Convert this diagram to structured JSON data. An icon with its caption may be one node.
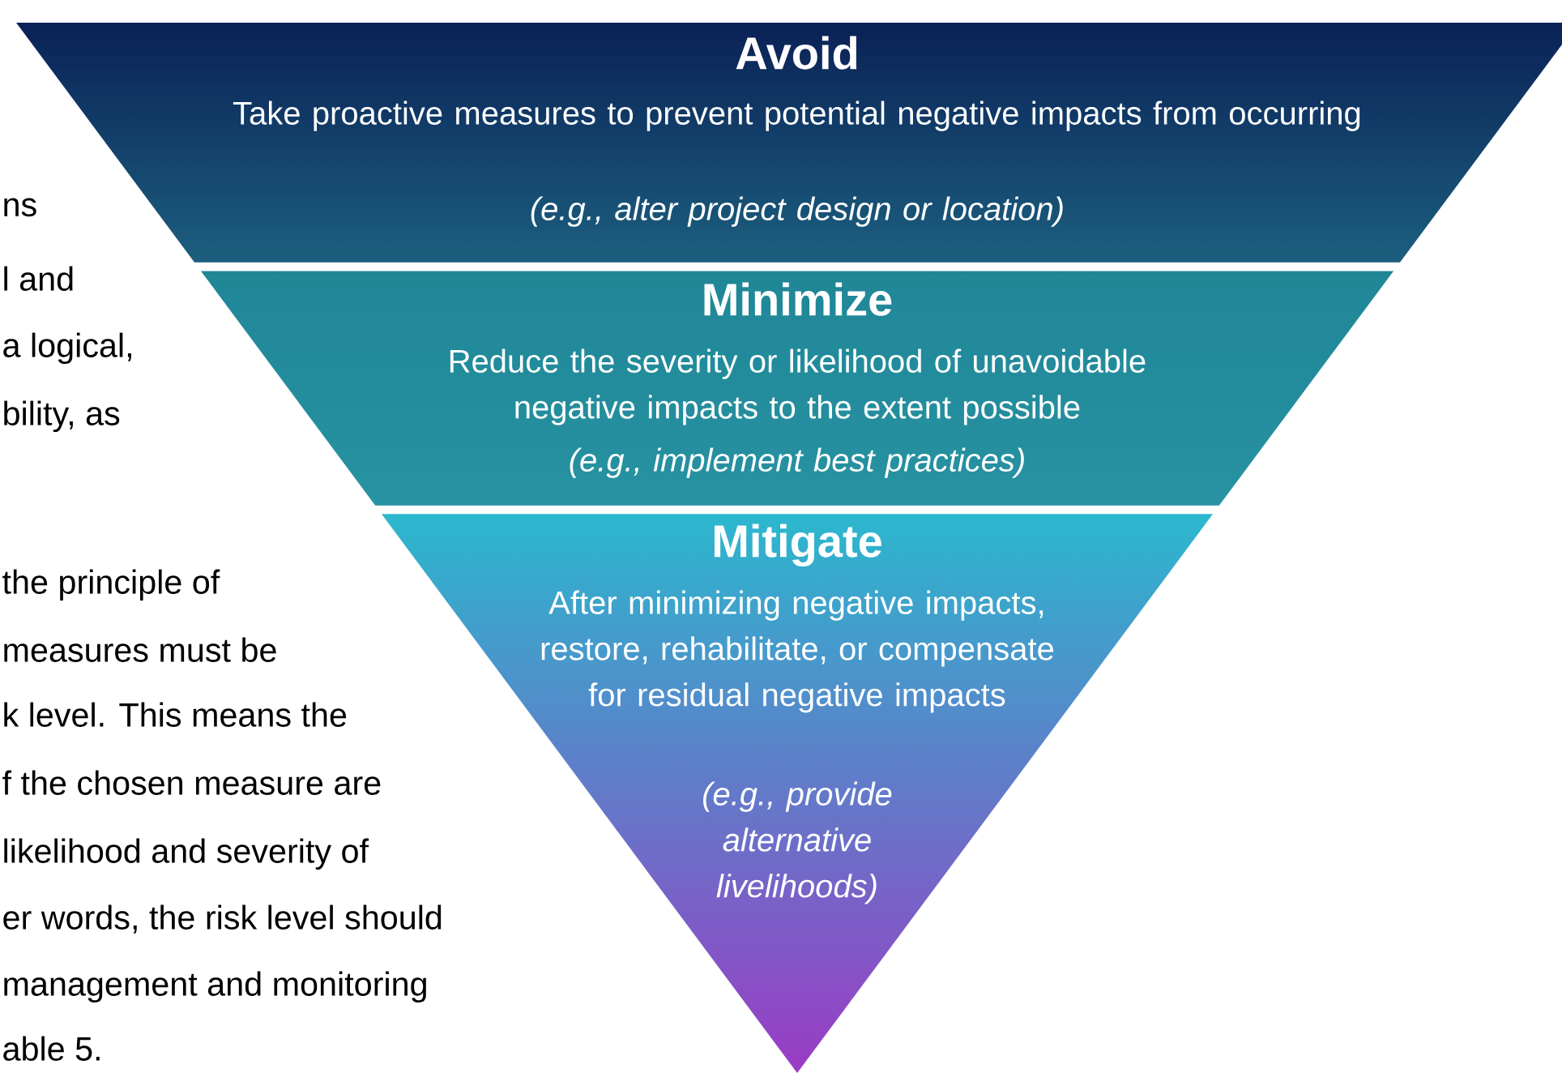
{
  "diagram": {
    "nodes": [
      {
        "text": [
          "Avoid",
          "Take proactive measures to prevent potential negative impacts from occurring",
          "(e.g., alter project design or location)"
        ]
      },
      {
        "text": [
          "Minimize",
          "Reduce the severity or likelihood of unavoidable negative impacts to the extent possible",
          "(e.g., implement best practices)"
        ]
      },
      {
        "text": [
          "Mitigate",
          "After minimizing negative impacts, restore, rehabilitate, or compensate for residual negative impacts",
          "(e.g., provide alternative livelihoods)"
        ]
      }
    ],
    "labels": [
      "ns",
      "l and",
      "a logical,",
      "bility, as",
      "the principle of",
      "measures must be",
      "k level. This means the",
      "f the chosen measure are",
      "likelihood and severity of",
      "er words, the risk level should",
      "management and monitoring",
      "able 5."
    ]
  }
}
